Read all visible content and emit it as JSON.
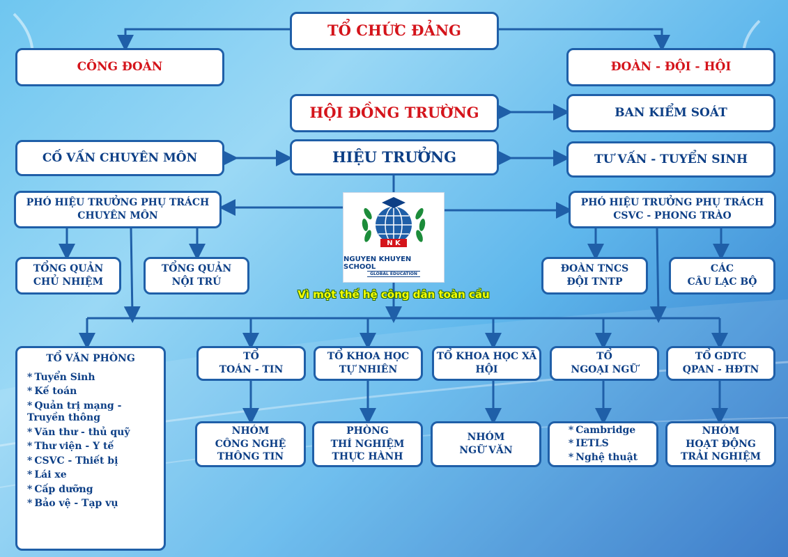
{
  "nodes": {
    "to_chuc_dang": "TỔ CHỨC ĐẢNG",
    "cong_doan": "CÔNG ĐOÀN",
    "doan_doi_hoi": "ĐOÀN - ĐỘI - HỘI",
    "hoi_dong_truong": "HỘI ĐỒNG TRƯỜNG",
    "ban_kiem_soat": "BAN KIỂM SOÁT",
    "co_van": "CỐ VẤN CHUYÊN MÔN",
    "hieu_truong": "HIỆU TRƯỞNG",
    "tu_van": "TƯ VẤN - TUYỂN SINH",
    "pht_chuyen_mon": "PHÓ HIỆU TRƯỞNG PHỤ TRÁCH\nCHUYÊN MÔN",
    "pht_csvc": "PHÓ HIỆU TRƯỞNG PHỤ TRÁCH\nCSVC - PHONG TRÀO",
    "tq_chu_nhiem": "TỔNG QUẢN\nCHỦ NHIỆM",
    "tq_noi_tru": "TỔNG QUẢN\nNỘI TRÚ",
    "doan_tncs": "ĐOÀN TNCS\nĐỘI TNTP",
    "cac_clb": "CÁC\nCÂU LẠC BỘ",
    "to_toan_tin": "TỔ\nTOÁN - TIN",
    "to_khtn": "TỔ KHOA HỌC\nTỰ NHIÊN",
    "to_khxh": "TỔ KHOA HỌC XÃ\nHỘI",
    "to_ngoai_ngu": "TỔ\nNGOẠI NGỮ",
    "to_gdtc": "TỔ GDTC\nQPAN - HĐTN",
    "nhom_cntt": "NHÓM\nCÔNG NGHỆ\nTHÔNG TIN",
    "phong_tn": "PHÒNG\nTHÍ NGHIỆM\nTHỰC HÀNH",
    "nhom_ngu_van": "NHÓM\nNGỮ VĂN",
    "nhom_hdtn": "NHÓM\nHOẠT ĐỘNG\nTRẢI NGHIỆM"
  },
  "ngoai_ngu_items": [
    "Cambridge",
    "IETLS",
    "Nghệ thuật"
  ],
  "to_van_phong": {
    "title": "TỔ VĂN PHÒNG",
    "items": [
      "Tuyển Sinh",
      "Kế toán",
      "Quản trị mạng -\nTruyền thông",
      "Văn thư - thủ quỹ",
      "Thư viện - Y tế",
      "CSVC - Thiết bị",
      "Lái xe",
      "Cấp dưỡng",
      "Bảo vệ - Tạp vụ"
    ]
  },
  "logo": {
    "letters": "N K",
    "name": "NGUYEN KHUYEN SCHOOL",
    "sub": "GLOBAL EDUCATION"
  },
  "motto": "Vì một thế hệ công dân toàn cầu",
  "colors": {
    "box_border": "#1f5fa8",
    "box_text": "#0d3f86",
    "accent_red": "#d4141b",
    "connector": "#1f5fa8"
  }
}
